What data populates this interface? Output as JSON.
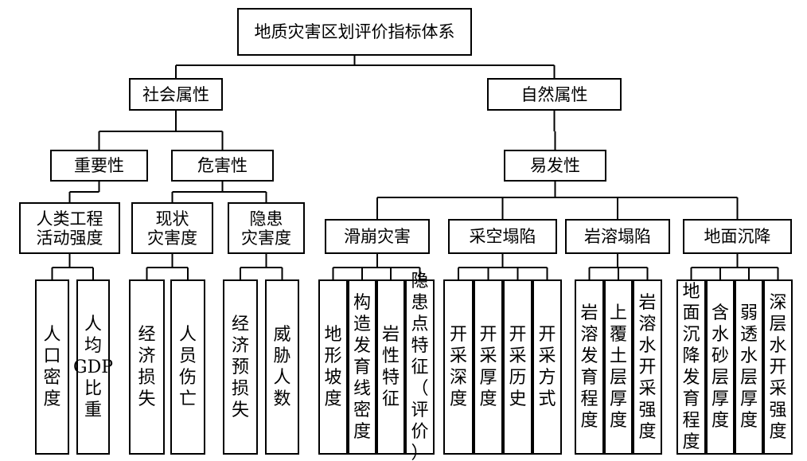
{
  "nodes": {
    "root": "地质灾害区划评价指标体系",
    "social": "社会属性",
    "natural": "自然属性",
    "importance": "重要性",
    "hazard": "危害性",
    "susceptibility": "易发性",
    "human": "人类工程\n活动强度",
    "current": "现状\n灾害度",
    "latent": "隐患\n灾害度",
    "landslide": "滑崩灾害",
    "goaf": "采空塌陷",
    "karst": "岩溶塌陷",
    "subsidence": "地面沉降"
  },
  "leaves": [
    "人\n口\n密\n度",
    "人\n均\nGDP\n比\n重",
    "经\n济\n损\n失",
    "人\n员\n伤\n亡",
    "经\n济\n预\n损\n失",
    "威\n胁\n人\n数",
    "地\n形\n坡\n度",
    "构\n造\n发\n育\n线\n密\n度",
    "岩\n性\n特\n征",
    "隐\n患\n点\n特\n征\n（\n评\n价\n）",
    "开\n采\n深\n度",
    "开\n采\n厚\n度",
    "开\n采\n历\n史",
    "开\n采\n方\n式",
    "岩\n溶\n发\n育\n程\n度",
    "上\n覆\n土\n层\n厚\n度",
    "岩\n溶\n水\n开\n采\n强\n度",
    "地\n面\n沉\n降\n发\n育\n程\n度",
    "含\n水\n砂\n层\n厚\n度",
    "弱\n透\n水\n层\n厚\n度",
    "深\n层\n水\n开\n采\n强\n度"
  ]
}
